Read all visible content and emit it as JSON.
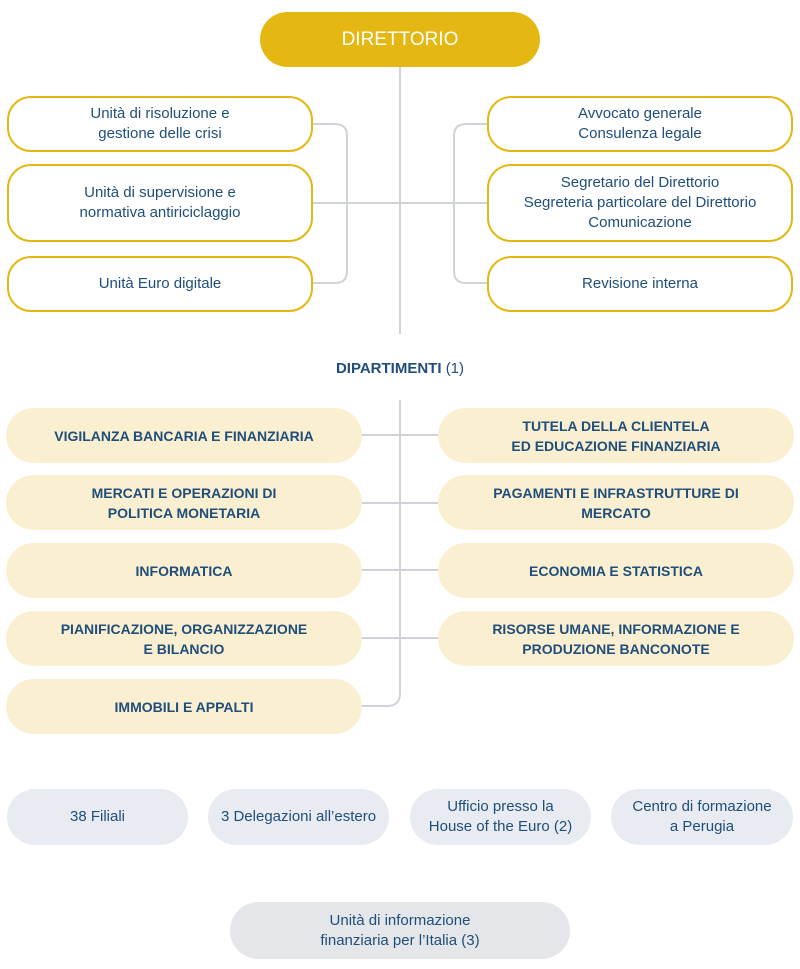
{
  "top": {
    "label": "DIRETTORIO"
  },
  "left_units": [
    {
      "lines": [
        "Unità di risoluzione e",
        "gestione delle crisi"
      ]
    },
    {
      "lines": [
        "Unità di supervisione e",
        "normativa antiriciclaggio"
      ]
    },
    {
      "lines": [
        "Unità Euro digitale"
      ]
    }
  ],
  "right_units": [
    {
      "lines": [
        "Avvocato generale",
        "Consulenza legale"
      ]
    },
    {
      "lines": [
        "Segretario del Direttorio",
        "Segreteria particolare del Direttorio",
        "Comunicazione"
      ]
    },
    {
      "lines": [
        "Revisione interna"
      ]
    }
  ],
  "departments_header": {
    "label": "DIPARTIMENTI",
    "note": "(1)"
  },
  "left_departments": [
    {
      "lines": [
        "VIGILANZA BANCARIA E FINANZIARIA"
      ]
    },
    {
      "lines": [
        "MERCATI E OPERAZIONI DI",
        "POLITICA MONETARIA"
      ]
    },
    {
      "lines": [
        "INFORMATICA"
      ]
    },
    {
      "lines": [
        "PIANIFICAZIONE, ORGANIZZAZIONE",
        "E BILANCIO"
      ]
    },
    {
      "lines": [
        "IMMOBILI E APPALTI"
      ]
    }
  ],
  "right_departments": [
    {
      "lines": [
        "TUTELA DELLA CLIENTELA",
        "ED EDUCAZIONE FINANZIARIA"
      ]
    },
    {
      "lines": [
        "PAGAMENTI E INFRASTRUTTURE DI",
        "MERCATO"
      ]
    },
    {
      "lines": [
        "ECONOMIA E STATISTICA"
      ]
    },
    {
      "lines": [
        "RISORSE UMANE, INFORMAZIONE E",
        "PRODUZIONE BANCONOTE"
      ]
    }
  ],
  "offices": [
    {
      "lines": [
        "38 Filiali"
      ]
    },
    {
      "lines": [
        "3 Delegazioni all’estero"
      ]
    },
    {
      "lines": [
        "Ufficio presso la",
        "House of the Euro (2)"
      ]
    },
    {
      "lines": [
        "Centro di formazione",
        "a Perugia"
      ]
    }
  ],
  "uif": {
    "lines": [
      "Unità di informazione",
      "finanziaria per l’Italia (3)"
    ]
  },
  "colors": {
    "gold": "#e5b713",
    "navy_text": "#1f4e7a",
    "dept_fill": "#fbefd2",
    "office_fill": "#e8ebf2",
    "connector": "#cfd3d9"
  }
}
